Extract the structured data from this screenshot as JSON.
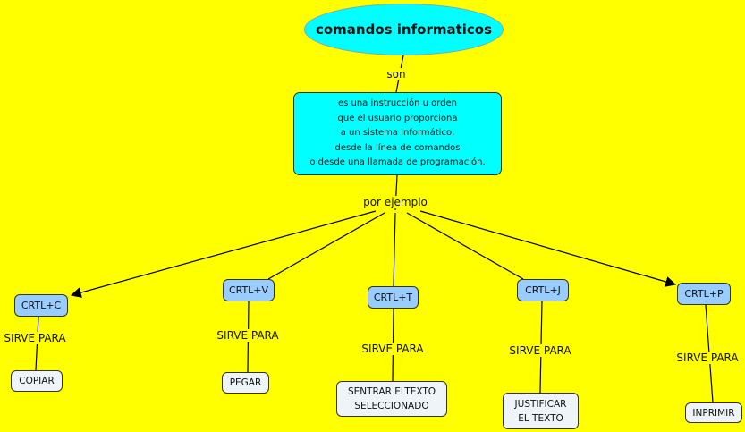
{
  "root": "comandos informaticos",
  "link_son": "son",
  "definition": "es  una  instrucción  u  orden\nque  el  usuario  proporciona\na  un  sistema  informático,\ndesde  la  línea  de  comandos\no  desde  una  llamada  de  programación.",
  "link_example": "por ejemplo",
  "commands": [
    {
      "key": "CRTL+C",
      "link": "SIRVE PARA",
      "use": "COPIAR"
    },
    {
      "key": "CRTL+V",
      "link": "SIRVE PARA",
      "use": "PEGAR"
    },
    {
      "key": "CRTL+T",
      "link": "SIRVE PARA",
      "use": "SENTRAR  ELTEXTO\nSELECCIONADO"
    },
    {
      "key": "CRTL+J",
      "link": "SIRVE PARA",
      "use": "JUSTIFICAR\nEL  TEXTO"
    },
    {
      "key": "CRTL+P",
      "link": "SIRVE PARA",
      "use": "INPRIMIR"
    }
  ]
}
